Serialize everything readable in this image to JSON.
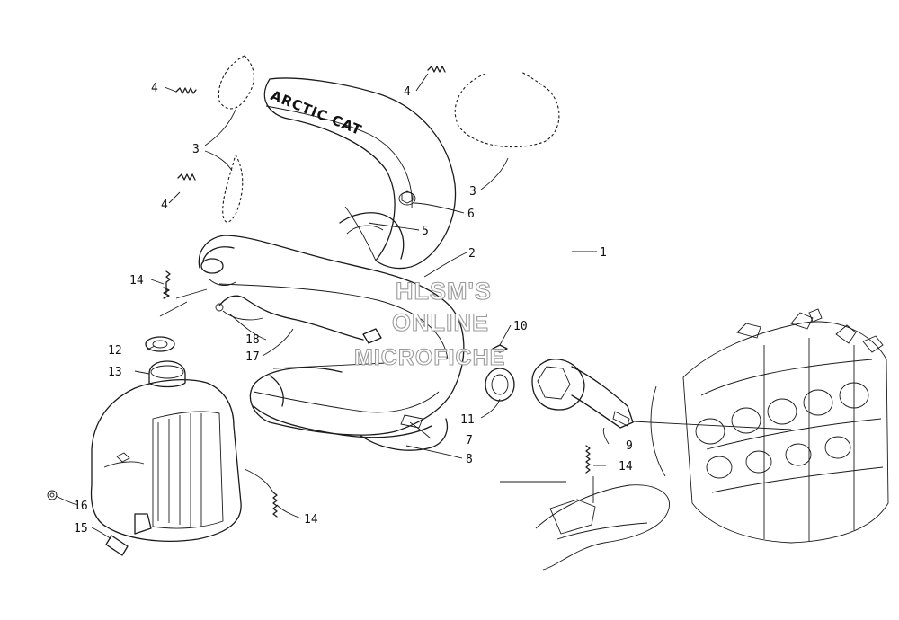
{
  "diagram": {
    "brand_text": "ARCTIC CAT",
    "watermark": [
      "HLSM'S",
      "ONLINE",
      "MICROFICHE"
    ],
    "callouts": {
      "c1": "1",
      "c2": "2",
      "c3a": "3",
      "c3b": "3",
      "c4a": "4",
      "c4b": "4",
      "c4c": "4",
      "c5": "5",
      "c6": "6",
      "c7": "7",
      "c8": "8",
      "c9": "9",
      "c10": "10",
      "c11": "11",
      "c12": "12",
      "c13": "13",
      "c14a": "14",
      "c14b": "14",
      "c14c": "14",
      "c15": "15",
      "c16": "16",
      "c17": "17",
      "c18": "18"
    }
  }
}
